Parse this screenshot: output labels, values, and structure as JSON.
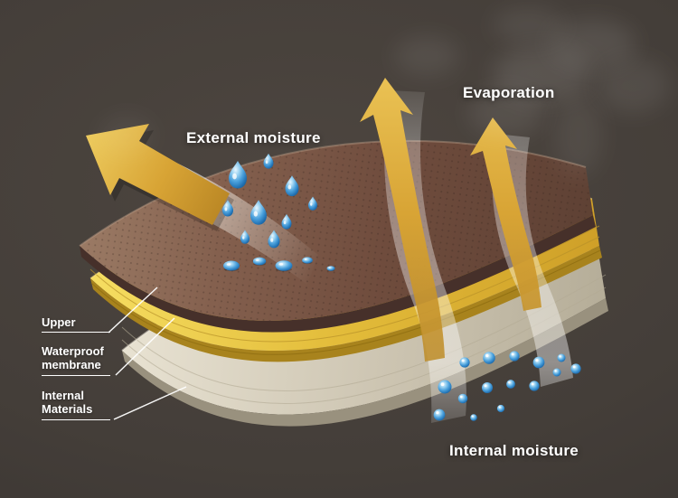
{
  "scene": {
    "background": "#443e39",
    "annotations": {
      "external_moisture": "External moisture",
      "evaporation": "Evaporation",
      "internal_moisture": "Internal moisture"
    },
    "layer_labels": {
      "upper": "Upper",
      "waterproof_membrane": "Waterproof\nmembrane",
      "internal_materials": "Internal\nMaterials"
    },
    "colors": {
      "upper_layer_brown": "#6f4c3d",
      "membrane_yellow": "#e3bc3a",
      "internal_beige": "#cdc5b2",
      "arrow_gold": "#d8a435",
      "droplet_blue": "#2f83c4",
      "label_white": "#ffffff"
    },
    "icons": {
      "deflection_arrow": "up-left-arrow",
      "evaporation_arrows": "curved-up-arrows",
      "external_droplets": "water-drops",
      "internal_droplets": "water-beads",
      "steam": "vapor-wisps"
    }
  }
}
